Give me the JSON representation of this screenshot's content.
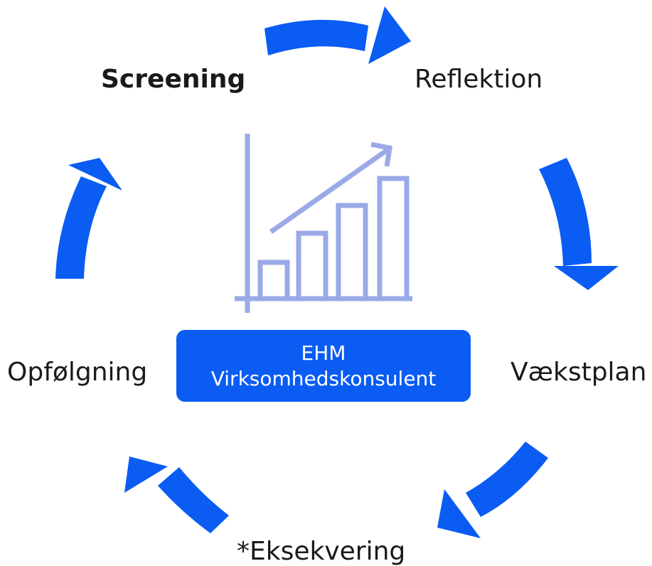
{
  "colors": {
    "arrow": "#0a5cf3",
    "center_box": "#0a5cf3",
    "chart_icon": "#9aaae8",
    "text": "#1a1a1a",
    "center_text": "#ffffff"
  },
  "cycle": {
    "stages": [
      {
        "label": "Screening",
        "bold": true
      },
      {
        "label": "Reflektion",
        "bold": false
      },
      {
        "label": "Vækstplan",
        "bold": false
      },
      {
        "label": "*Eksekvering",
        "bold": false
      },
      {
        "label": "Opfølgning",
        "bold": false
      }
    ]
  },
  "center": {
    "line1": "EHM",
    "line2": "Virksomhedskonsulent",
    "icon": "growth-chart-icon"
  }
}
